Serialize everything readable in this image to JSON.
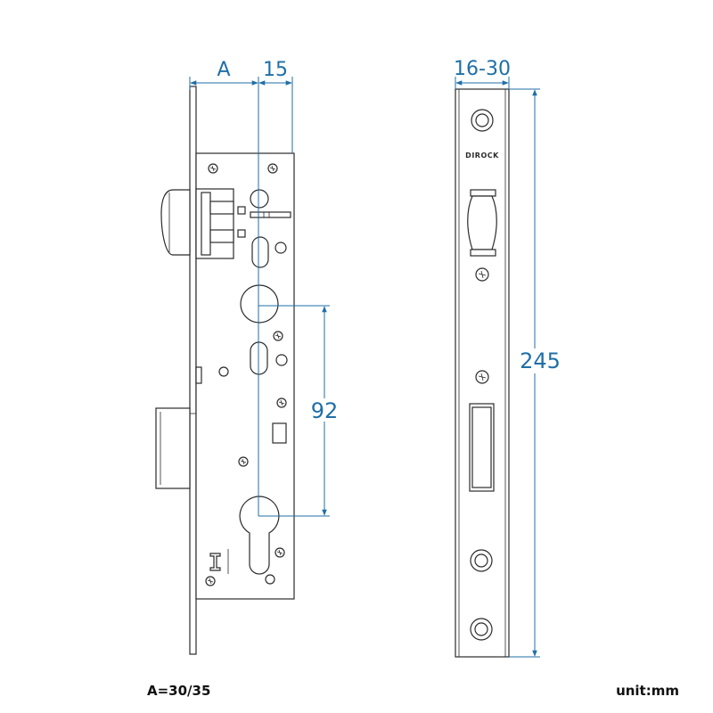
{
  "dimensions": {
    "a_label": "A",
    "backset_offset": "15",
    "faceplate_width": "16-30",
    "faceplate_length": "245",
    "center_distance": "92"
  },
  "brand": "DIROCK",
  "notes": {
    "a_values": "A=30/35",
    "unit": "unit:mm"
  },
  "colors": {
    "dimension": "#1f6fa8",
    "line": "#2b2b2b"
  }
}
